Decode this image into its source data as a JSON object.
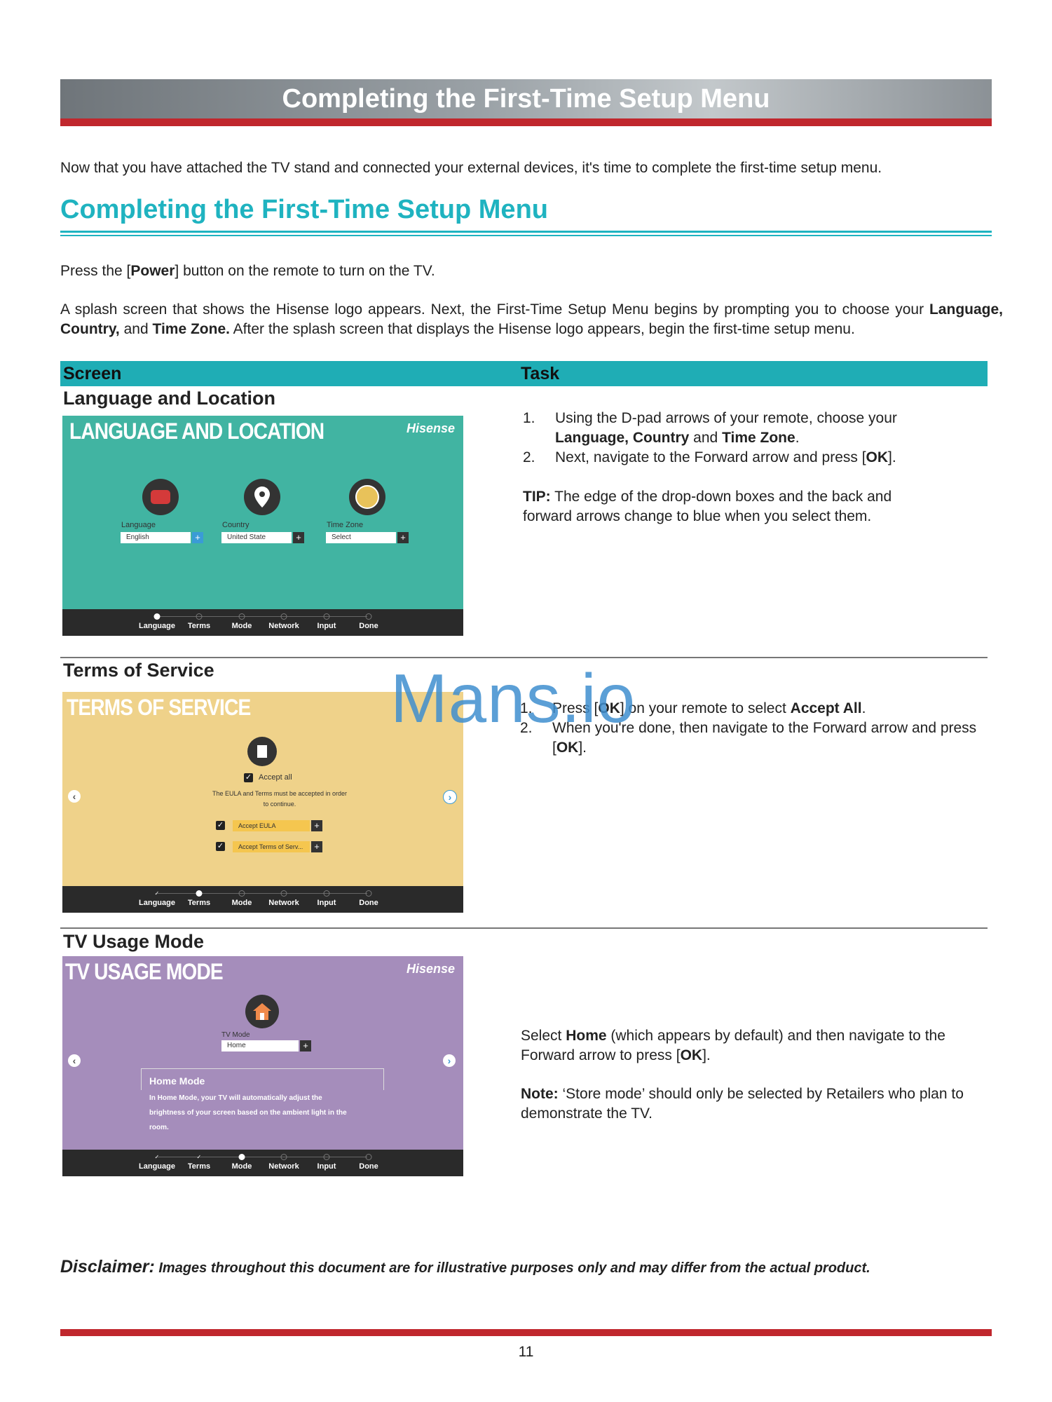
{
  "banner": {
    "title": "Completing the First-Time Setup Menu"
  },
  "intro": "Now that you have attached the TV stand and connected your external devices, it's time to complete the first-time setup menu.",
  "section": {
    "heading": "Completing the First-Time Setup Menu"
  },
  "paragraphs": {
    "p1_a": "Press the [",
    "p1_b": "Power",
    "p1_c": "] button on the remote to turn on the TV.",
    "p2_a": "A splash screen that shows the Hisense logo appears. Next, the First-Time Setup Menu begins by prompting you to choose your ",
    "p2_b": "Language, Country,",
    "p2_c": " and ",
    "p2_d": "Time Zone.",
    "p2_e": " After the splash screen that displays the Hisense logo appears, begin the first-time setup menu."
  },
  "table": {
    "col_screen": "Screen",
    "col_task": "Task"
  },
  "steps": [
    "Language",
    "Terms",
    "Mode",
    "Network",
    "Input",
    "Done"
  ],
  "brand": "Hisense",
  "rows": {
    "language": {
      "title": "Language and Location",
      "screen_title": "LANGUAGE AND LOCATION",
      "labels": [
        "Language",
        "Country",
        "Time Zone"
      ],
      "values": [
        "English",
        "United State",
        "Select"
      ],
      "task": {
        "s1_a": "Using the D-pad arrows of your remote, choose your ",
        "s1_b": "Language, Country",
        "s1_c": " and ",
        "s1_d": "Time Zone",
        "s1_e": ".",
        "s2_a": "Next, navigate to the Forward arrow and press [",
        "s2_b": "OK",
        "s2_c": "].",
        "tip_label": "TIP:",
        "tip_text": " The edge of the drop-down boxes and the back and forward arrows change to blue when you select them."
      }
    },
    "terms": {
      "title": "Terms of Service",
      "screen_title": "TERMS OF SERVICE",
      "accept_all": "Accept all",
      "note": "The EULA and Terms must be accepted in order to continue.",
      "items": [
        "Accept EULA",
        "Accept Terms of Serv..."
      ],
      "task": {
        "s1_a": "Press [",
        "s1_b": "OK",
        "s1_c": "] on your remote to select ",
        "s1_d": "Accept All",
        "s1_e": ".",
        "s2_a": "When you're done, then navigate to the Forward arrow and press [",
        "s2_b": "OK",
        "s2_c": "]."
      }
    },
    "mode": {
      "title": "TV Usage Mode",
      "screen_title": "TV USAGE MODE",
      "field_label": "TV Mode",
      "field_value": "Home",
      "desc_title": "Home Mode",
      "desc_text": "In Home Mode, your TV will automatically adjust the brightness of your screen based on the ambient light in the room.",
      "task": {
        "a": "Select ",
        "b": "Home",
        "c": " (which appears by default) and then navigate to the Forward arrow to press [",
        "d": "OK",
        "e": "].",
        "note_label": "Note:",
        "note_text": " ‘Store mode’ should only be selected by Retailers who plan to demonstrate the TV."
      }
    }
  },
  "watermark": "Mans.io",
  "disclaimer": {
    "lead": "Disclaimer:",
    "text": " Images throughout this document are for illustrative purposes only and may differ from the actual product."
  },
  "page_number": "11",
  "colors": {
    "teal": "#1fadb5",
    "red": "#c0272d",
    "lang_bg": "#41b4a2",
    "terms_bg": "#efd28a",
    "mode_bg": "#a58dbb"
  }
}
